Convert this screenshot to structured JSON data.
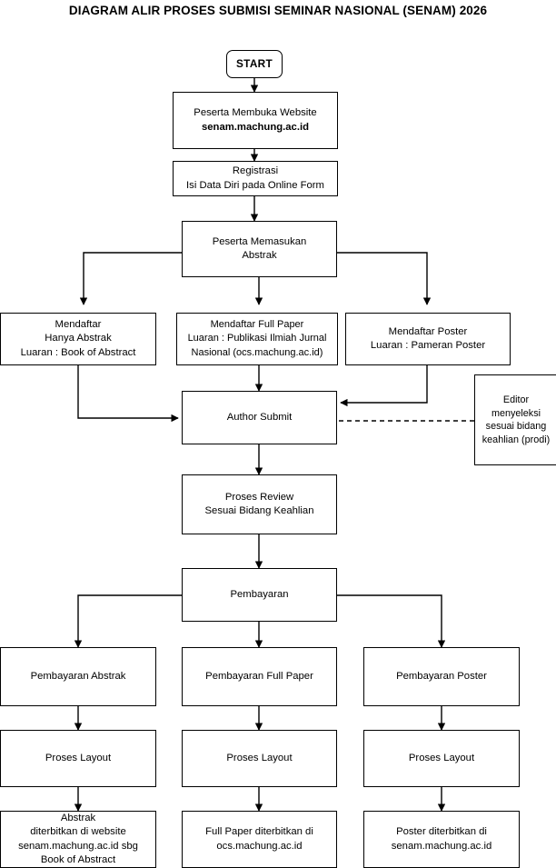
{
  "title": "DIAGRAM ALIR PROSES SUBMISI SEMINAR\nNASIONAL (SENAM) 2026",
  "colors": {
    "stroke": "#000000",
    "fill": "#ffffff",
    "text": "#000000"
  },
  "nodes": {
    "start": {
      "label": "START",
      "shape": "rounded-rectangle"
    },
    "open_website": {
      "line1": "Peserta Membuka Website",
      "line2": "senam.machung.ac.id"
    },
    "registration": {
      "label": "Registrasi\nIsi Data Diri pada Online Form"
    },
    "submit_abstract": {
      "label": "Peserta Memasukan\nAbstrak"
    },
    "register_abstract_only": {
      "label": "Mendaftar\nHanya Abstrak\nLuaran : Book of Abstract"
    },
    "register_full_paper": {
      "label": "Mendaftar Full Paper\nLuaran : Publikasi Ilmiah Jurnal\nNasional (ocs.machung.ac.id)"
    },
    "register_poster": {
      "label": "Mendaftar Poster\nLuaran : Pameran Poster"
    },
    "author_submit": {
      "label": "Author Submit"
    },
    "editor_select": {
      "label": "Editor\nmenyeleksi\nsesuai bidang\nkeahlian (prodi)"
    },
    "review_process": {
      "label": "Proses Review\nSesuai Bidang Keahlian"
    },
    "payment": {
      "label": "Pembayaran"
    },
    "payment_abstract": {
      "label": "Pembayaran Abstrak"
    },
    "payment_full_paper": {
      "label": "Pembayaran Full Paper"
    },
    "payment_poster": {
      "label": "Pembayaran Poster"
    },
    "layout_abstract": {
      "label": "Proses Layout"
    },
    "layout_full_paper": {
      "label": "Proses Layout"
    },
    "layout_poster": {
      "label": "Proses Layout"
    },
    "published_abstract": {
      "label": "Abstrak\nditerbitkan di website\nsenam.machung.ac.id sbg\nBook of Abstract"
    },
    "published_full_paper": {
      "label": "Full Paper diterbitkan di\nocs.machung.ac.id"
    },
    "published_poster": {
      "label": "Poster diterbitkan di\nsenam.machung.ac.id"
    }
  },
  "edges": [
    {
      "from": "start",
      "to": "open_website",
      "style": "solid"
    },
    {
      "from": "open_website",
      "to": "registration",
      "style": "solid"
    },
    {
      "from": "registration",
      "to": "submit_abstract",
      "style": "solid"
    },
    {
      "from": "submit_abstract",
      "to": "register_abstract_only",
      "style": "solid"
    },
    {
      "from": "submit_abstract",
      "to": "register_full_paper",
      "style": "solid"
    },
    {
      "from": "submit_abstract",
      "to": "register_poster",
      "style": "solid"
    },
    {
      "from": "register_abstract_only",
      "to": "author_submit",
      "style": "solid"
    },
    {
      "from": "register_full_paper",
      "to": "author_submit",
      "style": "solid"
    },
    {
      "from": "register_poster",
      "to": "author_submit",
      "style": "solid"
    },
    {
      "from": "editor_select",
      "to": "author_submit",
      "style": "dashed"
    },
    {
      "from": "author_submit",
      "to": "review_process",
      "style": "solid"
    },
    {
      "from": "review_process",
      "to": "payment",
      "style": "solid"
    },
    {
      "from": "payment",
      "to": "payment_abstract",
      "style": "solid"
    },
    {
      "from": "payment",
      "to": "payment_full_paper",
      "style": "solid"
    },
    {
      "from": "payment",
      "to": "payment_poster",
      "style": "solid"
    },
    {
      "from": "payment_abstract",
      "to": "layout_abstract",
      "style": "solid"
    },
    {
      "from": "payment_full_paper",
      "to": "layout_full_paper",
      "style": "solid"
    },
    {
      "from": "payment_poster",
      "to": "layout_poster",
      "style": "solid"
    },
    {
      "from": "layout_abstract",
      "to": "published_abstract",
      "style": "solid"
    },
    {
      "from": "layout_full_paper",
      "to": "published_full_paper",
      "style": "solid"
    },
    {
      "from": "layout_poster",
      "to": "published_poster",
      "style": "solid"
    }
  ]
}
